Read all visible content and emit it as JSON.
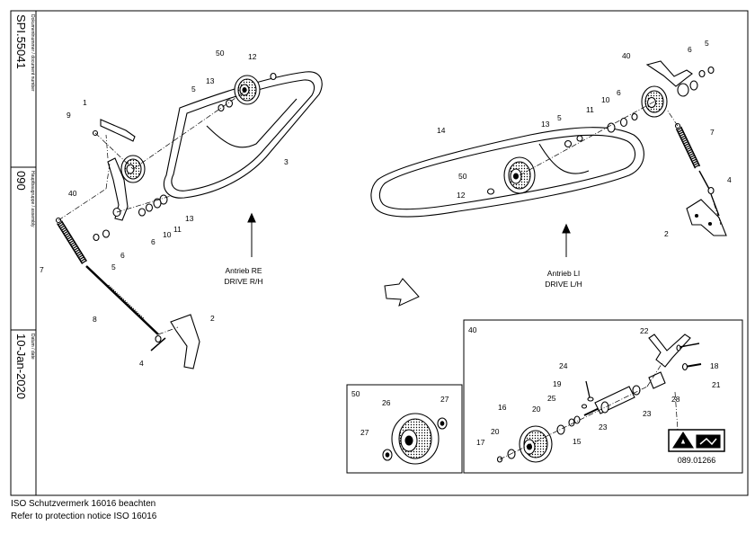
{
  "title_block": {
    "document_number_label": "Dokumentnummer / document number",
    "document_number": "SPI.55041",
    "assembly_label": "Hauptbaugruppe / assembly",
    "assembly": "090",
    "date_label": "Datum / date",
    "date": "10-Jan-2020"
  },
  "drive_labels": {
    "right_de": "Antrieb RE",
    "right_en": "DRIVE R/H",
    "left_de": "Antrieb LI",
    "left_en": "DRIVE L/H"
  },
  "detail_boxes": {
    "pulley_box_id": "50",
    "tensioner_box_id": "40"
  },
  "warning_code": "089.01266",
  "callouts": {
    "right_drive": [
      "50",
      "12",
      "5",
      "13",
      "1",
      "9",
      "3",
      "40",
      "13",
      "11",
      "10",
      "6",
      "5",
      "6",
      "7",
      "8",
      "2",
      "4"
    ],
    "left_drive": [
      "40",
      "6",
      "5",
      "14",
      "13",
      "5",
      "11",
      "10",
      "6",
      "7",
      "50",
      "12",
      "4",
      "2"
    ],
    "pulley_detail": [
      "26",
      "27",
      "27"
    ],
    "tensioner_detail": [
      "22",
      "18",
      "21",
      "24",
      "19",
      "25",
      "16",
      "20",
      "23",
      "23",
      "28",
      "15",
      "20",
      "17"
    ]
  },
  "footer": {
    "line1": "ISO Schutzvermerk 16016 beachten",
    "line2": "Refer to protection notice ISO 16016"
  }
}
